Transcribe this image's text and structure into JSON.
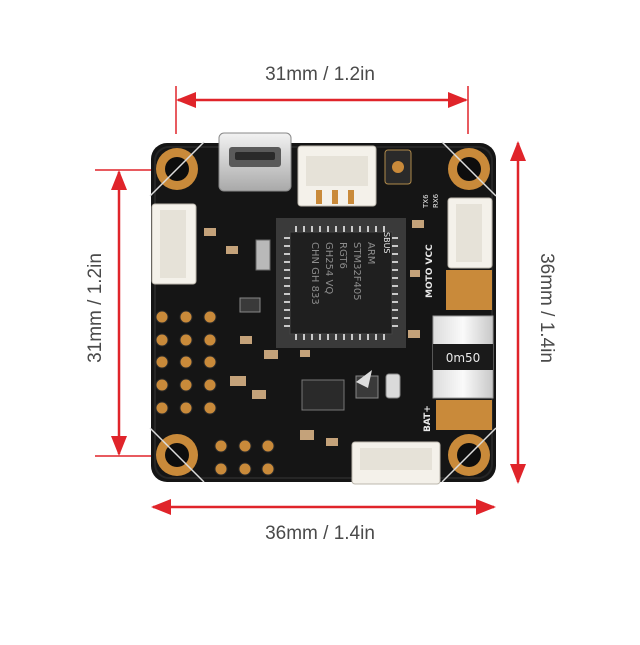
{
  "dimensions": {
    "top": "31mm / 1.2in",
    "bottom": "36mm / 1.4in",
    "left": "31mm / 1.2in",
    "right": "36mm / 1.4in"
  },
  "board_markings": {
    "chip_line1": "ARM",
    "chip_line2": "STM32F405",
    "chip_line3": "RGT6",
    "chip_line4": "GH254 VQ",
    "chip_line5": "CHN GH 833",
    "motor_vcc": "MOTO VCC",
    "bat": "BAT+",
    "sbus": "SBUS",
    "shunt": "0m50",
    "tx6": "TX6",
    "rx6": "RX6"
  },
  "colors": {
    "board": "#141414",
    "pads": "#c98a3a",
    "silkscreen": "#e8e8e8",
    "arrow": "#e0242a"
  }
}
